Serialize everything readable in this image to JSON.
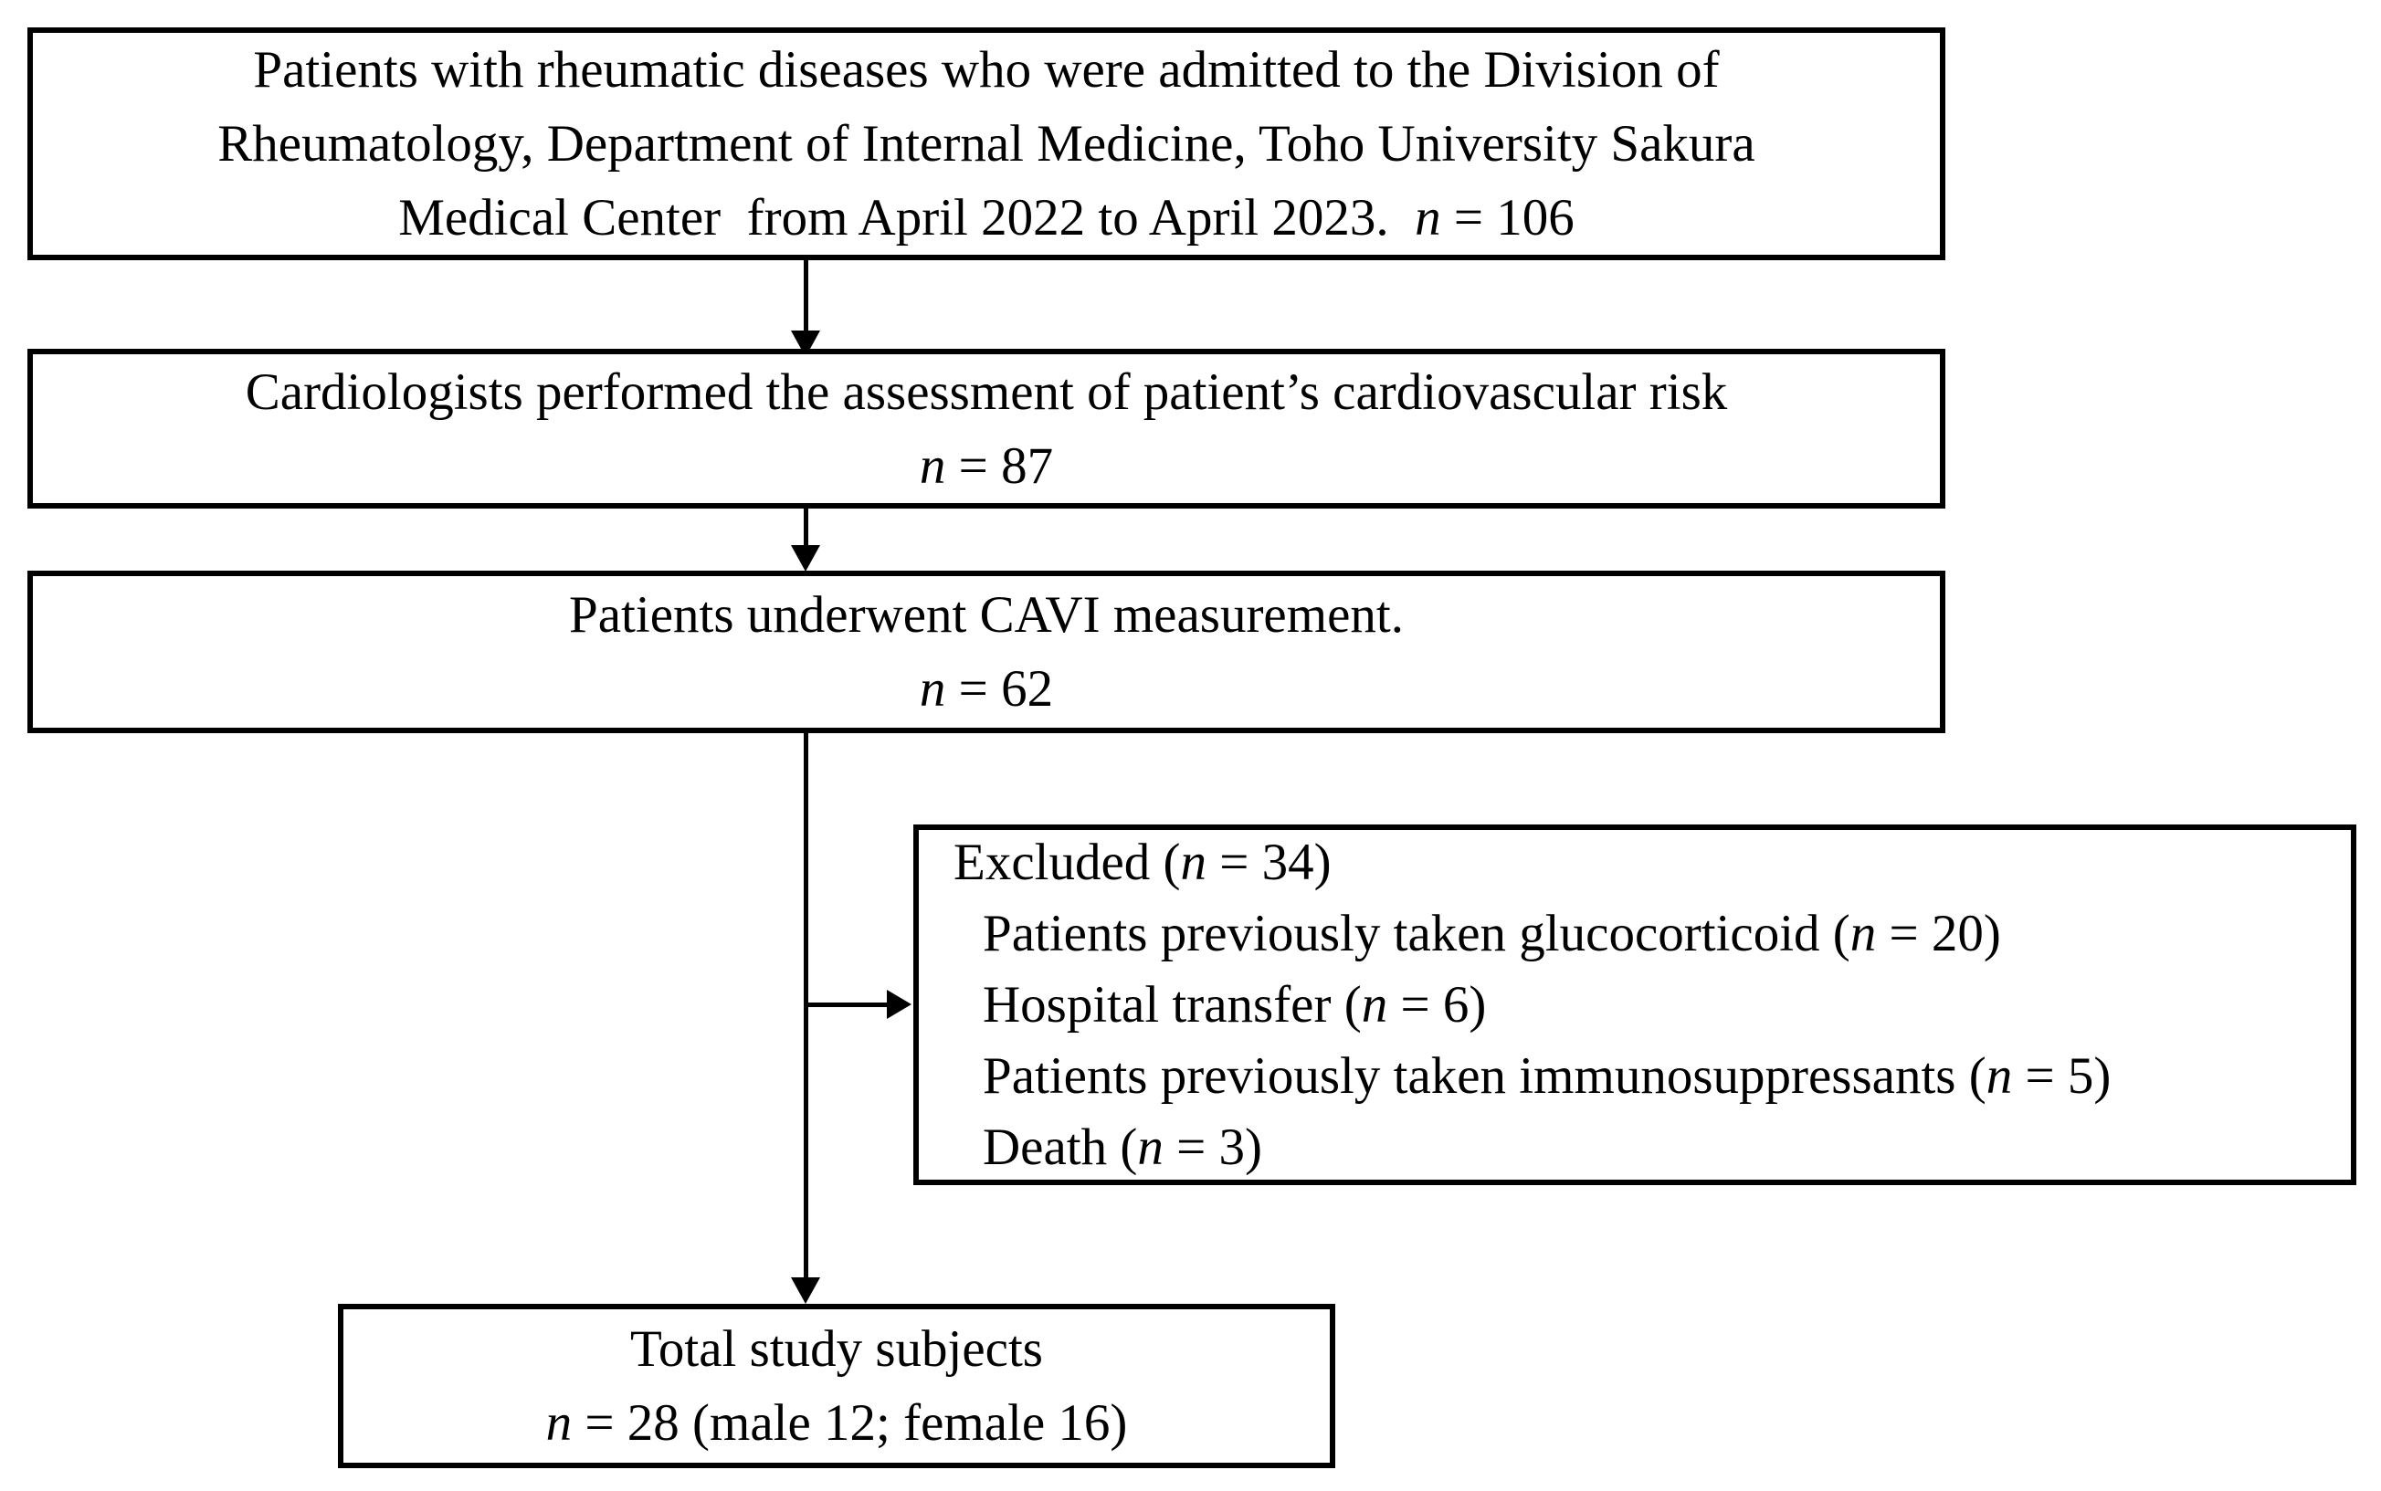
{
  "figure": {
    "type": "study-flow-diagram",
    "colors": {
      "background": "#ffffff",
      "box_border": "#000000",
      "text": "#000000",
      "arrow": "#000000"
    },
    "boxes": {
      "admitted": {
        "lines": [
          "Patients with rheumatic diseases who were admitted to the Division of",
          "Rheumatology, Department of Internal Medicine, Toho University Sakura",
          "Medical Center  from April 2022 to April 2023.  n = 106"
        ],
        "n": 106
      },
      "assessment": {
        "lines": [
          "Cardiologists performed the assessment of patient’s cardiovascular risk",
          "n = 87"
        ],
        "n": 87
      },
      "cavi": {
        "lines": [
          "Patients underwent CAVI measurement.",
          "n = 62"
        ],
        "n": 62
      },
      "excluded": {
        "lines": [
          "Excluded (n = 34)",
          "Patients previously taken glucocorticoid (n = 20)",
          "Hospital transfer (n = 6)",
          "Patients previously taken immunosuppressants (n = 5)",
          "Death (n = 3)"
        ],
        "n": 34,
        "reasons": [
          {
            "label": "Patients previously taken glucocorticoid",
            "n": 20
          },
          {
            "label": "Hospital transfer",
            "n": 6
          },
          {
            "label": "Patients previously taken immunosuppressants",
            "n": 5
          },
          {
            "label": "Death",
            "n": 3
          }
        ]
      },
      "total": {
        "lines": [
          "Total study subjects",
          "n = 28 (male 12; female 16)"
        ],
        "n": 28,
        "male": 12,
        "female": 16
      }
    }
  }
}
